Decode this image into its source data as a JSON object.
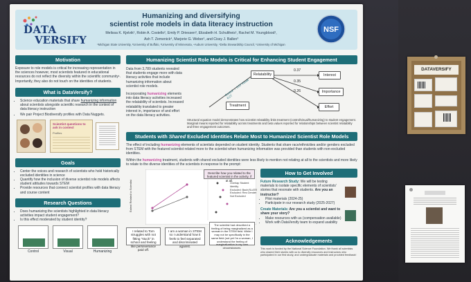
{
  "header": {
    "logo_line1": "DATA",
    "logo_line2": "VERSIFY",
    "title_line1": "Humanizing and diversifying",
    "title_line2": "scientist role models in data literacy instruction",
    "authors_line1": "Melissa K. Kjelvik¹, Robin A. Costello², Emily P. Driessen³, Elizabeth H. Schultheis¹, Rachel M. Youngblood¹,",
    "authors_line2": "Ash T. Zemenick⁴, Marjorie G. Weber¹, and Cissy J. Ballen³",
    "affil": "¹Michigan State University, ²University of Buffalo, ³University of Minnesota, ⁴Auburn University, ⁵Delta Stewardship Council, ⁶University of Michigan",
    "nsf": "NSF"
  },
  "motivation": {
    "banner": "Motivation",
    "text": "Exposure to role models is critical for increasing representation in the sciences however, most scientists featured in educational resources do not reflect the diversity within the scientific community¹. Importantly, they also do not touch on the identities of students."
  },
  "what": {
    "banner": "What is DataVersify?",
    "b1_pre": "Science education materials that share ",
    "b1_hl": "humanizing information",
    "b1_post": " about scientists alongside scientific research in the context of data literacy instruction",
    "b2": "We pair Project Biodiversify profiles with Data Nuggets.",
    "card_title": "Scientist questions to ask in context",
    "card_sub": "Profiles"
  },
  "goals": {
    "banner": "Goals",
    "items": [
      "Center the voices and research of scientists who hold historically excluded identities in science",
      "Quantify how the inclusion of diverse scientist role models affects student attitudes towards STEM",
      "Provide resources that connect scientist profiles with data literacy and course content"
    ]
  },
  "rq": {
    "banner": "Research Questions",
    "items": [
      "Does humanizing the scientists highlighted in data literacy activities impact student engagement?",
      "Is this effect moderated by student identity?"
    ],
    "fig_labels": [
      "Control",
      "Visual",
      "Humanizing"
    ]
  },
  "critical": {
    "banner": "Humanizing Scientist Role Models is Critical for Enhancing Student Engagement",
    "p1": "Data from 3,789 students revealed that students engage more with data literacy activities that include humanizing information about scientist role models.",
    "p2_pre": "Incorporating ",
    "p2_hl": "humanizing",
    "p2_post": " elements into data literacy activities increased the relatability of scientists. Increased relatability translated to greater interest in, importance of and effort on the data literacy activities.",
    "diagram": {
      "treatment": "Treatment",
      "relatability": "Relatability",
      "interest": "Interest",
      "importance": "Importance",
      "effort": "Effort",
      "c1": "0.37",
      "c2": "0.35",
      "c3": "0.26",
      "diag_note": "Control → 0.07 Visual → 0.27"
    },
    "foot": "Structural equation model demonstrates how scientist relatability links treatment (control/visual/humanizing) to student engagement. Marginal means reported for relatability across treatments and beta values reported for relationships between scientist relatability and three engagement outcomes."
  },
  "shared": {
    "banner": "Students with Shared Excluded Identities Relate Most to Humanized Scientist Role Models",
    "p1_pre": "The effect of including ",
    "p1_hl": "humanizing",
    "p1_post": " elements of scientists depended on student identity. Students that share race/ethnicities and/or genders excluded from STEM with the featured scientist related more to the scientist when humanizing information was provided than students with non-excluded identities.",
    "p2_pre": "Within the ",
    "p2_hl": "humanizing",
    "p2_post": " treatment, students with shared excluded identities were less likely to mention not relating at all to the scientists and more likely to relate to the diverse identities of the scientists in response to the prompt:",
    "prompt": "Describe how you related to the featured scientist in the activity, if at all.",
    "q1": "I related to Tom struggles with not fitting \"stuck\" in school and feeling like perseverance paid off.",
    "q2": "I am a woman in STEM so I understand how it feels to feel separated and discriminated against.",
    "q3": "The scientist had described a feeling of being marginalized as a woman in the STEM field. While I may not be specifically in the same field (not yet I'm a woman, I understand the feeling of marginalization in my own circumstances.",
    "legend": [
      "Overlap Student Identity",
      "Excluded: Bach/SLATE",
      "Excluded: Res Gender",
      "Not Excluded"
    ]
  },
  "get_involved": {
    "banner": "How to Get Involved",
    "future_title": "Future Research Study:",
    "future_text": " We will be testing materials to isolate specific elements of scientists' stories that resonate with students.",
    "future_q": "Are you an instructor?",
    "future_items": [
      "Pilot materials (2024-25)",
      "Participate in our research study (2025-2027)"
    ],
    "create_title": "Create Materials:",
    "create_text": " Are you a scientist and want to share your story?",
    "create_items": [
      "Make resources with us (compensation available)",
      "Work with DataVersify team to expand usability"
    ]
  },
  "ack": {
    "banner": "Acknowledgements",
    "text": "This work is funded by the National Science Foundation. We thank all scientists who shared their stories with us to diversify resources and instructors who participated in our first study, and undergraduate materials and provided feedback!"
  },
  "small1": {
    "title": "DATAVERSIFY"
  }
}
